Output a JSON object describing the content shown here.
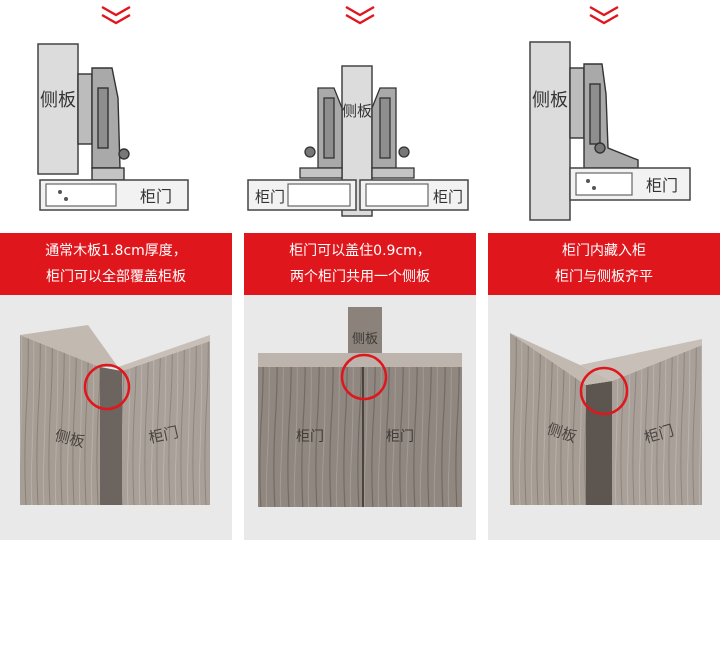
{
  "colors": {
    "accent": "#e0161d",
    "panel_bg": "#e9e9ea",
    "wood_light": "#a59c94",
    "wood_dark": "#5d5650"
  },
  "columns": [
    {
      "diagram": {
        "side_panel_label": "侧板",
        "door_label": "柜门"
      },
      "banner": {
        "line1": "通常木板1.8cm厚度，",
        "line2": "柜门可以全部覆盖柜板"
      },
      "photo": {
        "side_label": "侧板",
        "door_label": "柜门"
      }
    },
    {
      "diagram": {
        "side_panel_label": "侧板",
        "door_left_label": "柜门",
        "door_right_label": "柜门"
      },
      "banner": {
        "line1": "柜门可以盖住0.9cm，",
        "line2": "两个柜门共用一个侧板"
      },
      "photo": {
        "side_label": "侧板",
        "door_left_label": "柜门",
        "door_right_label": "柜门"
      }
    },
    {
      "diagram": {
        "side_panel_label": "侧板",
        "door_label": "柜门"
      },
      "banner": {
        "line1": "柜门内藏入柜",
        "line2": "柜门与侧板齐平"
      },
      "photo": {
        "side_label": "侧板",
        "door_label": "柜门"
      }
    }
  ]
}
